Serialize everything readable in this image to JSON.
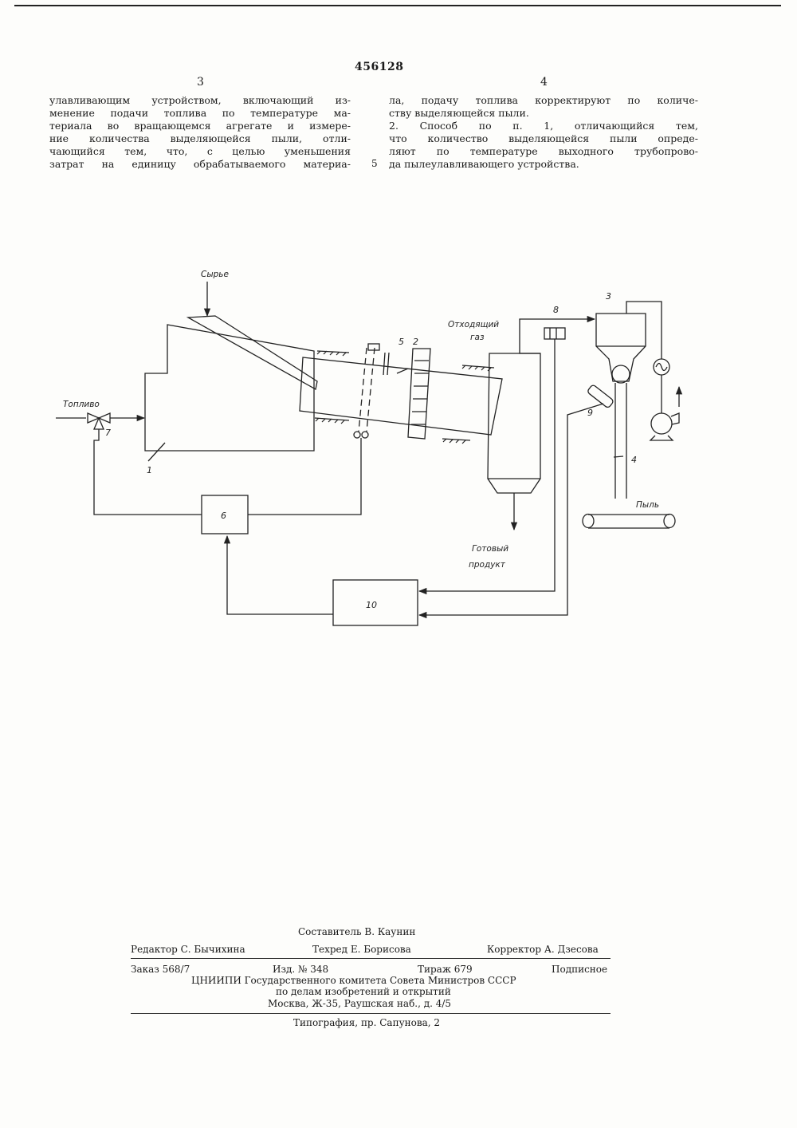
{
  "header": {
    "patent_number": "456128",
    "col_left_number": "3",
    "col_right_number": "4",
    "line_marker": "5"
  },
  "text": {
    "left_lines": [
      "улавливающим устройством, включающий из-",
      "менение подачи топлива по температуре ма-",
      "териала во вращающемся агрегате и измере-",
      "ние количества выделяющейся пыли, отли-",
      "чающийся тем, что, с целью уменьшения",
      "затрат на единицу обрабатываемого материа-"
    ],
    "right_lines": [
      "ла, подачу топлива корректируют по количе-",
      "ству выделяющейся пыли.",
      "2. Способ по п. 1, отличающийся тем,",
      "что количество выделяющейся пыли опреде-",
      "ляют по температуре выходного трубопрово-",
      "да пылеулавливающего устройства."
    ]
  },
  "diagram": {
    "labels": {
      "raw": "Сырье",
      "fuel": "Топливо",
      "exhaust_line1": "Отходящий",
      "exhaust_line2": "газ",
      "product_line1": "Готовый",
      "product_line2": "продукт",
      "dust": "Пыль"
    },
    "numbers": {
      "n1": "1",
      "n2": "2",
      "n3": "3",
      "n4": "4",
      "n5": "5",
      "n6": "6",
      "n7": "7",
      "n8": "8",
      "n9": "9",
      "n10": "10"
    }
  },
  "imprint": {
    "compiler": "Составитель В. Каунин",
    "editor": "Редактор С. Бычихина",
    "techred": "Техред Е. Борисова",
    "corrector": "Корректор А. Дзесова",
    "order": "Заказ 568/7",
    "edition": "Изд. № 348",
    "circulation": "Тираж 679",
    "subscription": "Подписное",
    "org_line1": "ЦНИИПИ Государственного комитета Совета Министров СССР",
    "org_line2": "по делам изобретений и открытий",
    "org_line3": "Москва, Ж-35, Раушская наб., д. 4/5",
    "printing": "Типография, пр. Сапунова, 2"
  }
}
